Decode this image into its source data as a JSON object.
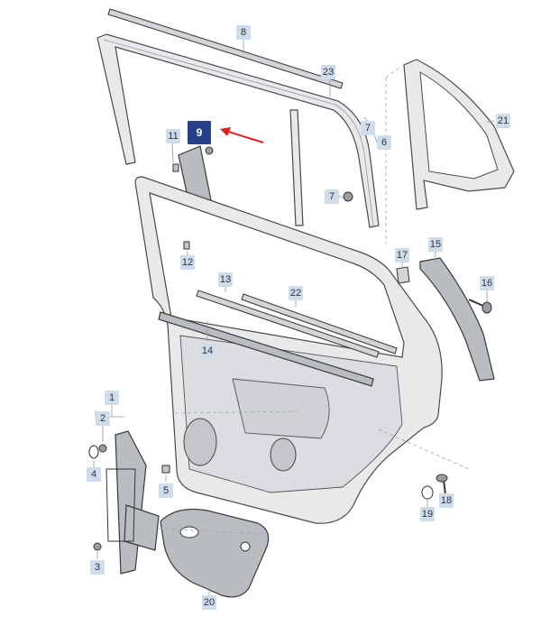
{
  "callouts": {
    "c1": "1",
    "c2": "2",
    "c3": "3",
    "c4": "4",
    "c5": "5",
    "c6": "6",
    "c7a": "7",
    "c7b": "7",
    "c8": "8",
    "c9": "9",
    "c11": "11",
    "c12": "12",
    "c13": "13",
    "c14": "14",
    "c15": "15",
    "c16": "16",
    "c17": "17",
    "c18": "18",
    "c19": "19",
    "c20": "20",
    "c21": "21",
    "c22": "22",
    "c23": "23"
  },
  "colors": {
    "callout_bg": "#cfdcea",
    "highlight_bg": "#27408a",
    "arrow": "#e02020"
  }
}
